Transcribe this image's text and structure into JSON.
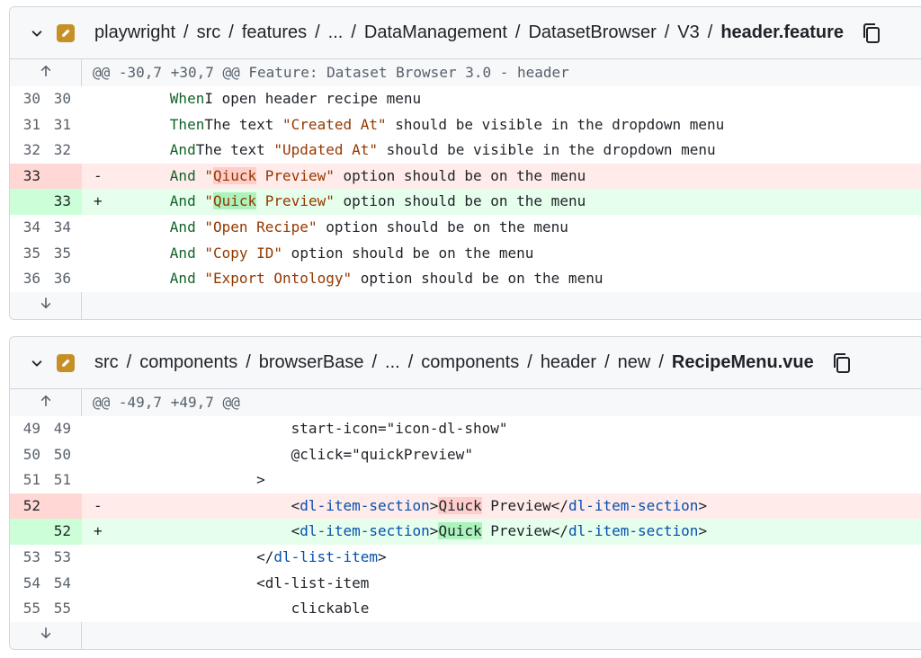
{
  "files": [
    {
      "path": [
        "playwright",
        "src",
        "features",
        "...",
        "DataManagement",
        "DatasetBrowser",
        "V3"
      ],
      "separator": "/",
      "filename": "header.feature",
      "hunk": "@@ -30,7 +30,7 @@ Feature: Dataset Browser 3.0 - header",
      "rows": [
        {
          "old": "30",
          "new": "30",
          "type": "ctx",
          "indent": "      ",
          "parts": [
            [
              "kw",
              "When"
            ],
            [
              "",
              "I open header recipe menu"
            ]
          ]
        },
        {
          "old": "31",
          "new": "31",
          "type": "ctx",
          "indent": "      ",
          "parts": [
            [
              "kw",
              "Then"
            ],
            [
              "",
              "The text "
            ],
            [
              "str",
              "\"Created At\""
            ],
            [
              "",
              " should be visible in the dropdown menu"
            ]
          ]
        },
        {
          "old": "32",
          "new": "32",
          "type": "ctx",
          "indent": "      ",
          "parts": [
            [
              "kw",
              "And"
            ],
            [
              "",
              "The text "
            ],
            [
              "str",
              "\"Updated At\""
            ],
            [
              "",
              " should be visible in the dropdown menu"
            ]
          ]
        },
        {
          "old": "33",
          "new": "",
          "type": "del",
          "marker": "-",
          "indent": "      ",
          "parts": [
            [
              "kw",
              "And"
            ],
            [
              "",
              " "
            ],
            [
              "str",
              "\""
            ],
            [
              "str hl-del",
              "Qiuck"
            ],
            [
              "str",
              " Preview\""
            ],
            [
              "",
              " option should be on the menu"
            ]
          ]
        },
        {
          "old": "",
          "new": "33",
          "type": "add",
          "marker": "+",
          "indent": "      ",
          "parts": [
            [
              "kw",
              "And"
            ],
            [
              "",
              " "
            ],
            [
              "str",
              "\""
            ],
            [
              "str hl-add",
              "Quick"
            ],
            [
              "str",
              " Preview\""
            ],
            [
              "",
              " option should be on the menu"
            ]
          ]
        },
        {
          "old": "34",
          "new": "34",
          "type": "ctx",
          "indent": "      ",
          "parts": [
            [
              "kw",
              "And"
            ],
            [
              "",
              " "
            ],
            [
              "str",
              "\"Open Recipe\""
            ],
            [
              "",
              " option should be on the menu"
            ]
          ]
        },
        {
          "old": "35",
          "new": "35",
          "type": "ctx",
          "indent": "      ",
          "parts": [
            [
              "kw",
              "And"
            ],
            [
              "",
              " "
            ],
            [
              "str",
              "\"Copy ID\""
            ],
            [
              "",
              " option should be on the menu"
            ]
          ]
        },
        {
          "old": "36",
          "new": "36",
          "type": "ctx",
          "indent": "      ",
          "parts": [
            [
              "kw",
              "And"
            ],
            [
              "",
              " "
            ],
            [
              "str",
              "\"Export Ontology\""
            ],
            [
              "",
              " option should be on the menu"
            ]
          ]
        }
      ]
    },
    {
      "path": [
        "src",
        "components",
        "browserBase",
        "...",
        "components",
        "header",
        "new"
      ],
      "separator": "/",
      "filename": "RecipeMenu.vue",
      "hunk": "@@ -49,7 +49,7 @@",
      "rows": [
        {
          "old": "49",
          "new": "49",
          "type": "ctx",
          "indent": "                    ",
          "parts": [
            [
              "",
              "start-icon=\"icon-dl-show\""
            ]
          ]
        },
        {
          "old": "50",
          "new": "50",
          "type": "ctx",
          "indent": "                    ",
          "parts": [
            [
              "",
              "@click=\"quickPreview\""
            ]
          ]
        },
        {
          "old": "51",
          "new": "51",
          "type": "ctx",
          "indent": "                ",
          "parts": [
            [
              "",
              ">"
            ]
          ]
        },
        {
          "old": "52",
          "new": "",
          "type": "del",
          "marker": "-",
          "indent": "                    ",
          "parts": [
            [
              "",
              "<"
            ],
            [
              "tag",
              "dl-item-section"
            ],
            [
              "",
              ">"
            ],
            [
              "hl-del",
              "Qiuck"
            ],
            [
              "",
              " Preview</"
            ],
            [
              "tag",
              "dl-item-section"
            ],
            [
              "",
              ">"
            ]
          ]
        },
        {
          "old": "",
          "new": "52",
          "type": "add",
          "marker": "+",
          "indent": "                    ",
          "parts": [
            [
              "",
              "<"
            ],
            [
              "tag",
              "dl-item-section"
            ],
            [
              "",
              ">"
            ],
            [
              "hl-add",
              "Quick"
            ],
            [
              "",
              " Preview</"
            ],
            [
              "tag",
              "dl-item-section"
            ],
            [
              "",
              ">"
            ]
          ]
        },
        {
          "old": "53",
          "new": "53",
          "type": "ctx",
          "indent": "                ",
          "parts": [
            [
              "",
              "</"
            ],
            [
              "tag",
              "dl-list-item"
            ],
            [
              "",
              ">"
            ]
          ]
        },
        {
          "old": "54",
          "new": "54",
          "type": "ctx",
          "indent": "                ",
          "parts": [
            [
              "",
              "<dl-list-item"
            ]
          ]
        },
        {
          "old": "55",
          "new": "55",
          "type": "ctx",
          "indent": "                    ",
          "parts": [
            [
              "",
              "clickable"
            ]
          ]
        }
      ]
    }
  ],
  "icons": {
    "collapse": "chevron-down-icon",
    "file_status": "pencil-icon",
    "copy": "copy-icon",
    "expand_up": "arrow-up-icon",
    "expand_down": "arrow-down-icon"
  },
  "colors": {
    "deletion_bg": "#ffebe9",
    "addition_bg": "#e6ffec",
    "modified_badge": "#c69026"
  }
}
